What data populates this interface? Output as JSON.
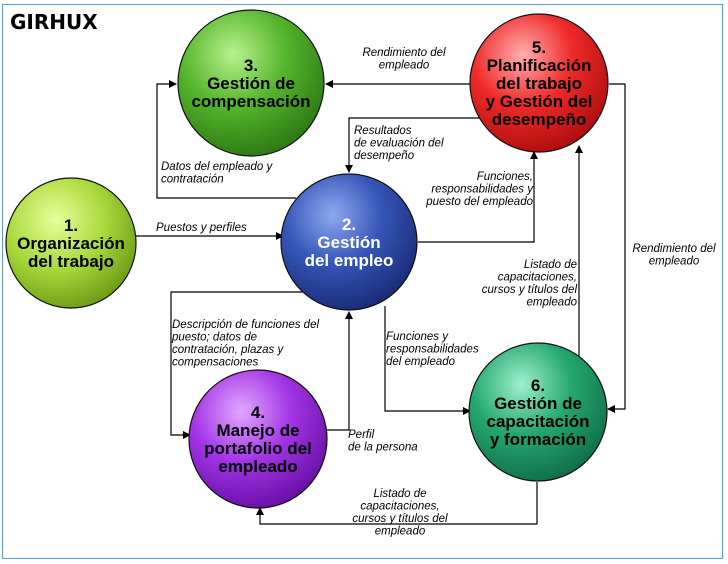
{
  "title": "GIRHUX",
  "nodes": [
    {
      "id": "n1",
      "lines": [
        "1.",
        "Organización",
        "del trabajo"
      ]
    },
    {
      "id": "n2",
      "lines": [
        "2.",
        "Gestión",
        "del empleo"
      ]
    },
    {
      "id": "n3",
      "lines": [
        "3.",
        "Gestión de",
        "compensación"
      ]
    },
    {
      "id": "n4",
      "lines": [
        "4.",
        "Manejo de",
        "portafolio del",
        "empleado"
      ]
    },
    {
      "id": "n5",
      "lines": [
        "5.",
        "Planificación",
        "del trabajo",
        "y Gestión del",
        "desempeño"
      ]
    },
    {
      "id": "n6",
      "lines": [
        "6.",
        "Gestión de",
        "capacitación",
        "y formación"
      ]
    }
  ],
  "edge_labels": {
    "e_1_2": [
      "Puestos y perfiles"
    ],
    "e_2_3": [
      "Datos del empleado y",
      "contratación"
    ],
    "e_5_3": [
      "Rendimiento del",
      "empleado"
    ],
    "e_5_2": [
      "Resultados",
      "de evaluación del",
      "desempeño"
    ],
    "e_2_5": [
      "Funciones,",
      "responsabilidades y",
      "puesto del empleado"
    ],
    "e_6_5": [
      "Listado de",
      "capacitaciones,",
      "cursos y títulos del",
      "empleado"
    ],
    "e_5_6": [
      "Rendimiento del",
      "empleado"
    ],
    "e_2_6": [
      "Funciones y",
      "responsabilidades",
      "del empleado"
    ],
    "e_2_4": [
      "Descripción de funciones del",
      "puesto; datos de",
      "contratación, plazas y",
      "compensaciones"
    ],
    "e_4_2": [
      "Perfil",
      "de la persona"
    ],
    "e_6_4": [
      "Listado de",
      "capacitaciones,",
      "cursos y títulos del",
      "empleado"
    ]
  },
  "colors": {
    "n1": "#9acd32",
    "n2": "#2f4fa8",
    "n3": "#4caf2a",
    "n4": "#9b30e0",
    "n5": "#f02a2a",
    "n6": "#21a06a",
    "frame": "#5b9bd5"
  }
}
